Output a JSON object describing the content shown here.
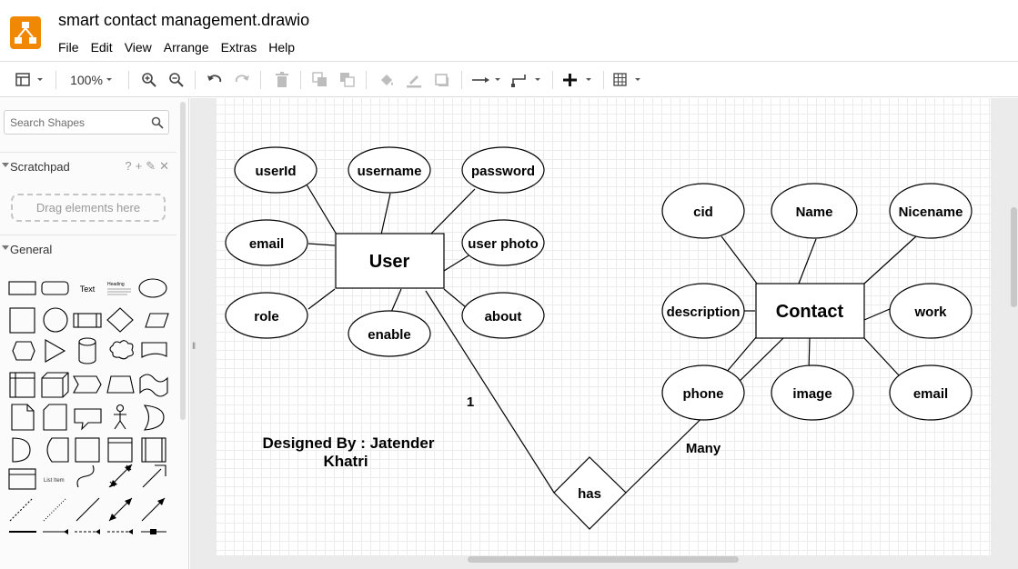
{
  "app": {
    "title": "smart contact management.drawio",
    "menu": [
      "File",
      "Edit",
      "View",
      "Arrange",
      "Extras",
      "Help"
    ],
    "logo_icon": "drawio-logo-icon",
    "accent_color": "#f08705"
  },
  "toolbar": {
    "zoom": "100%",
    "icons": [
      "format-panel-icon",
      "zoom-in-icon",
      "zoom-out-icon",
      "undo-icon",
      "redo-icon",
      "delete-icon",
      "to-front-icon",
      "to-back-icon",
      "fill-color-icon",
      "line-color-icon",
      "shadow-icon",
      "connection-icon",
      "waypoints-icon",
      "insert-icon",
      "table-icon"
    ]
  },
  "sidebar": {
    "search_placeholder": "Search Shapes",
    "scratchpad_label": "Scratchpad",
    "scratchpad_tools": [
      "?",
      "+",
      "✎",
      "✕"
    ],
    "drop_zone_label": "Drag elements here",
    "general_label": "General",
    "shape_text_label": "Text",
    "shape_heading_label": "Heading",
    "shape_list_item_label": "List Item"
  },
  "diagram": {
    "entities": {
      "user": "User",
      "contact": "Contact"
    },
    "user_attributes": {
      "userid": "userId",
      "username": "username",
      "password": "password",
      "email": "email",
      "user_photo": "user photo",
      "role": "role",
      "enable": "enable",
      "about": "about"
    },
    "contact_attributes": {
      "cid": "cid",
      "name": "Name",
      "nicename": "Nicename",
      "description": "description",
      "work": "work",
      "phone": "phone",
      "image": "image",
      "email": "email"
    },
    "relationship": "has",
    "cardinality_user": "1",
    "cardinality_contact": "Many",
    "credit_line1": "Designed By : Jatender",
    "credit_line2": "Khatri"
  }
}
